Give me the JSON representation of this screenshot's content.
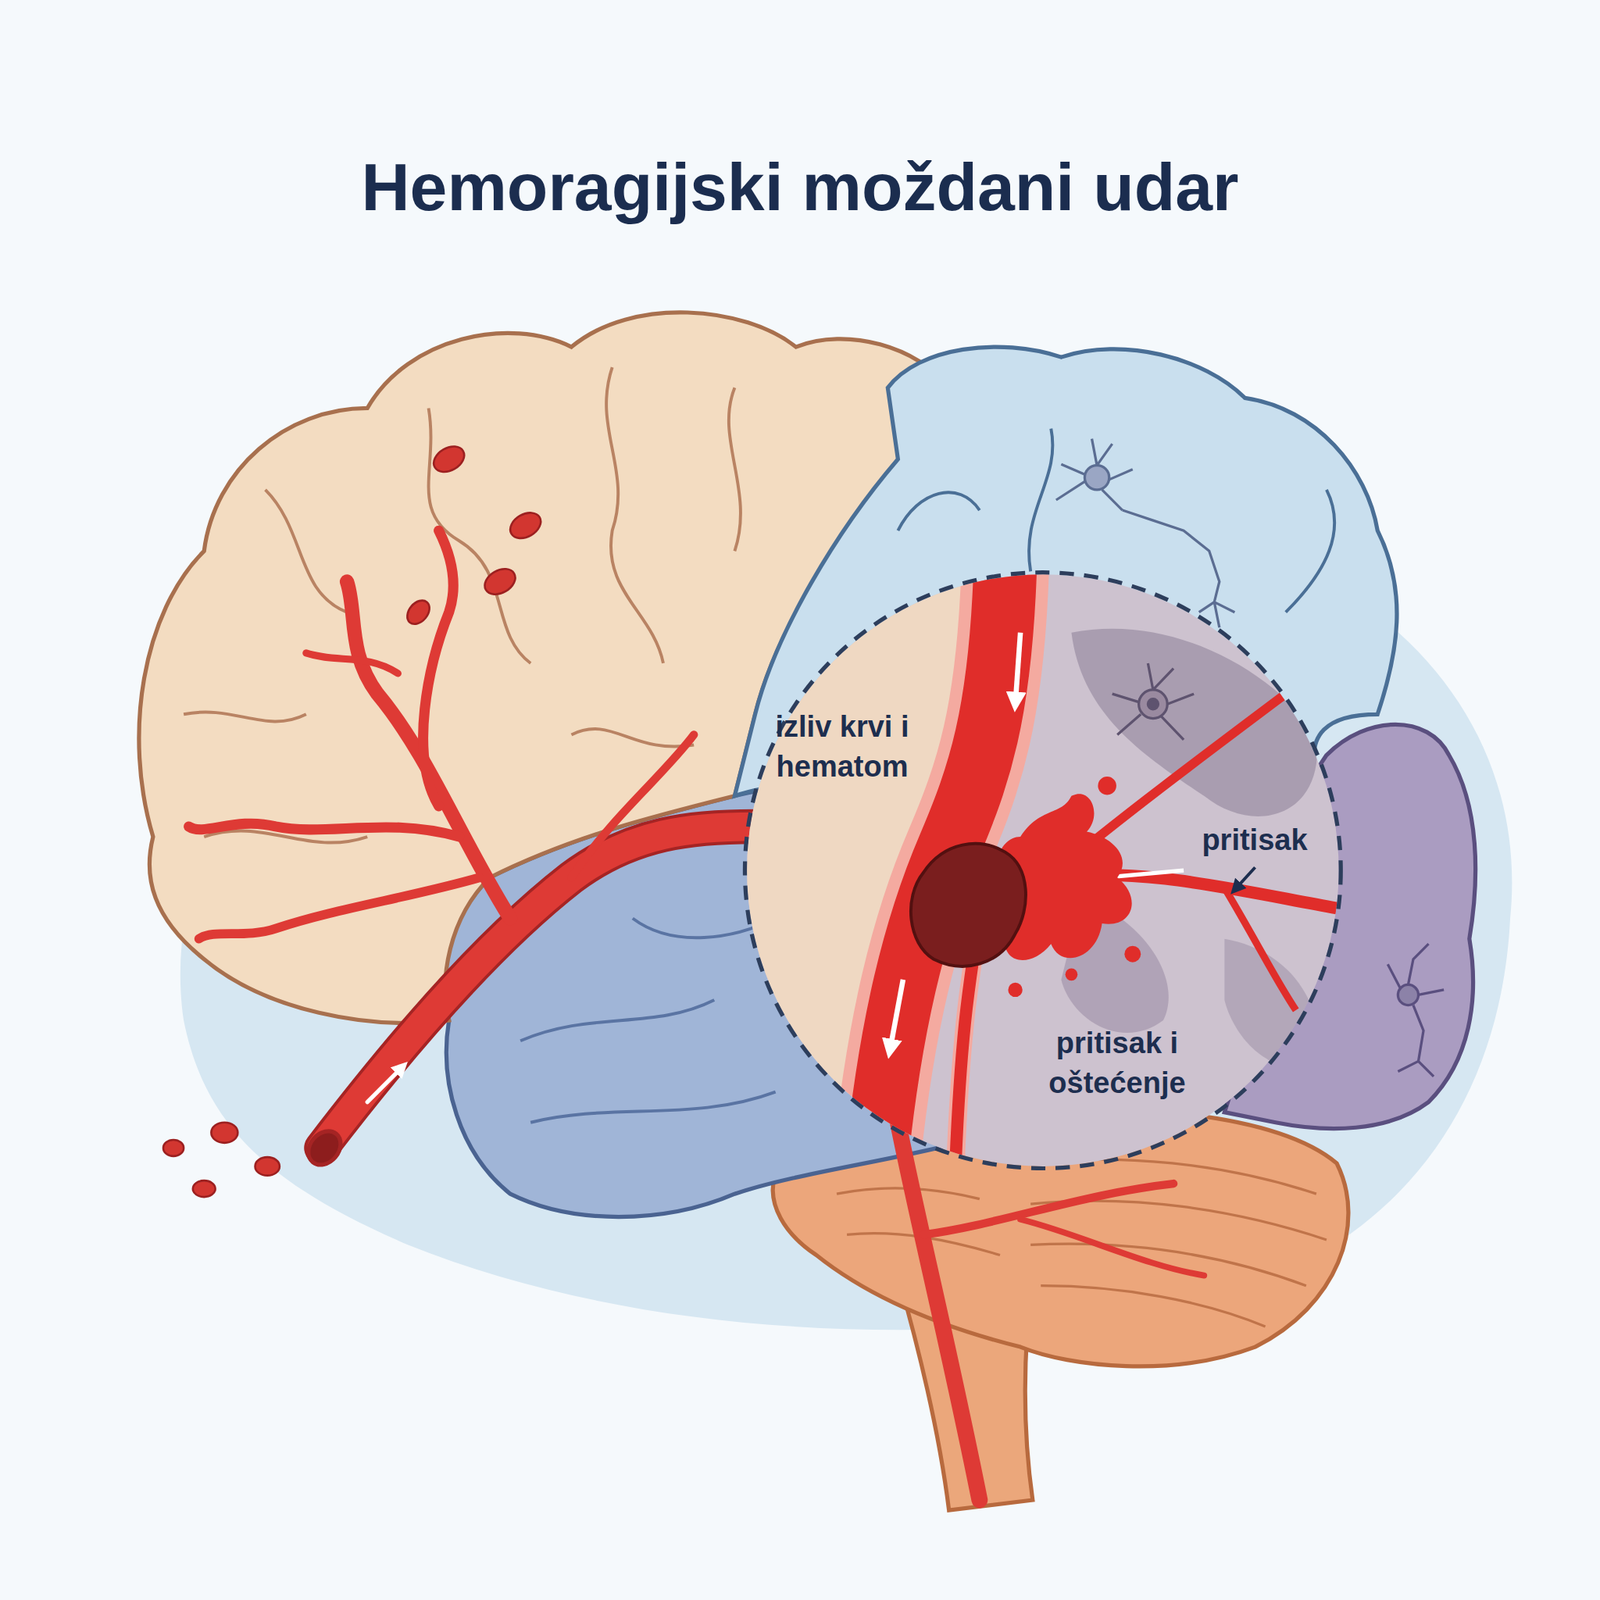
{
  "diagram": {
    "title": "Hemoragijski moždani udar",
    "labels": [
      "izliv krvi i hematom",
      "pritisak",
      "pritisak i oštećenje"
    ]
  }
}
